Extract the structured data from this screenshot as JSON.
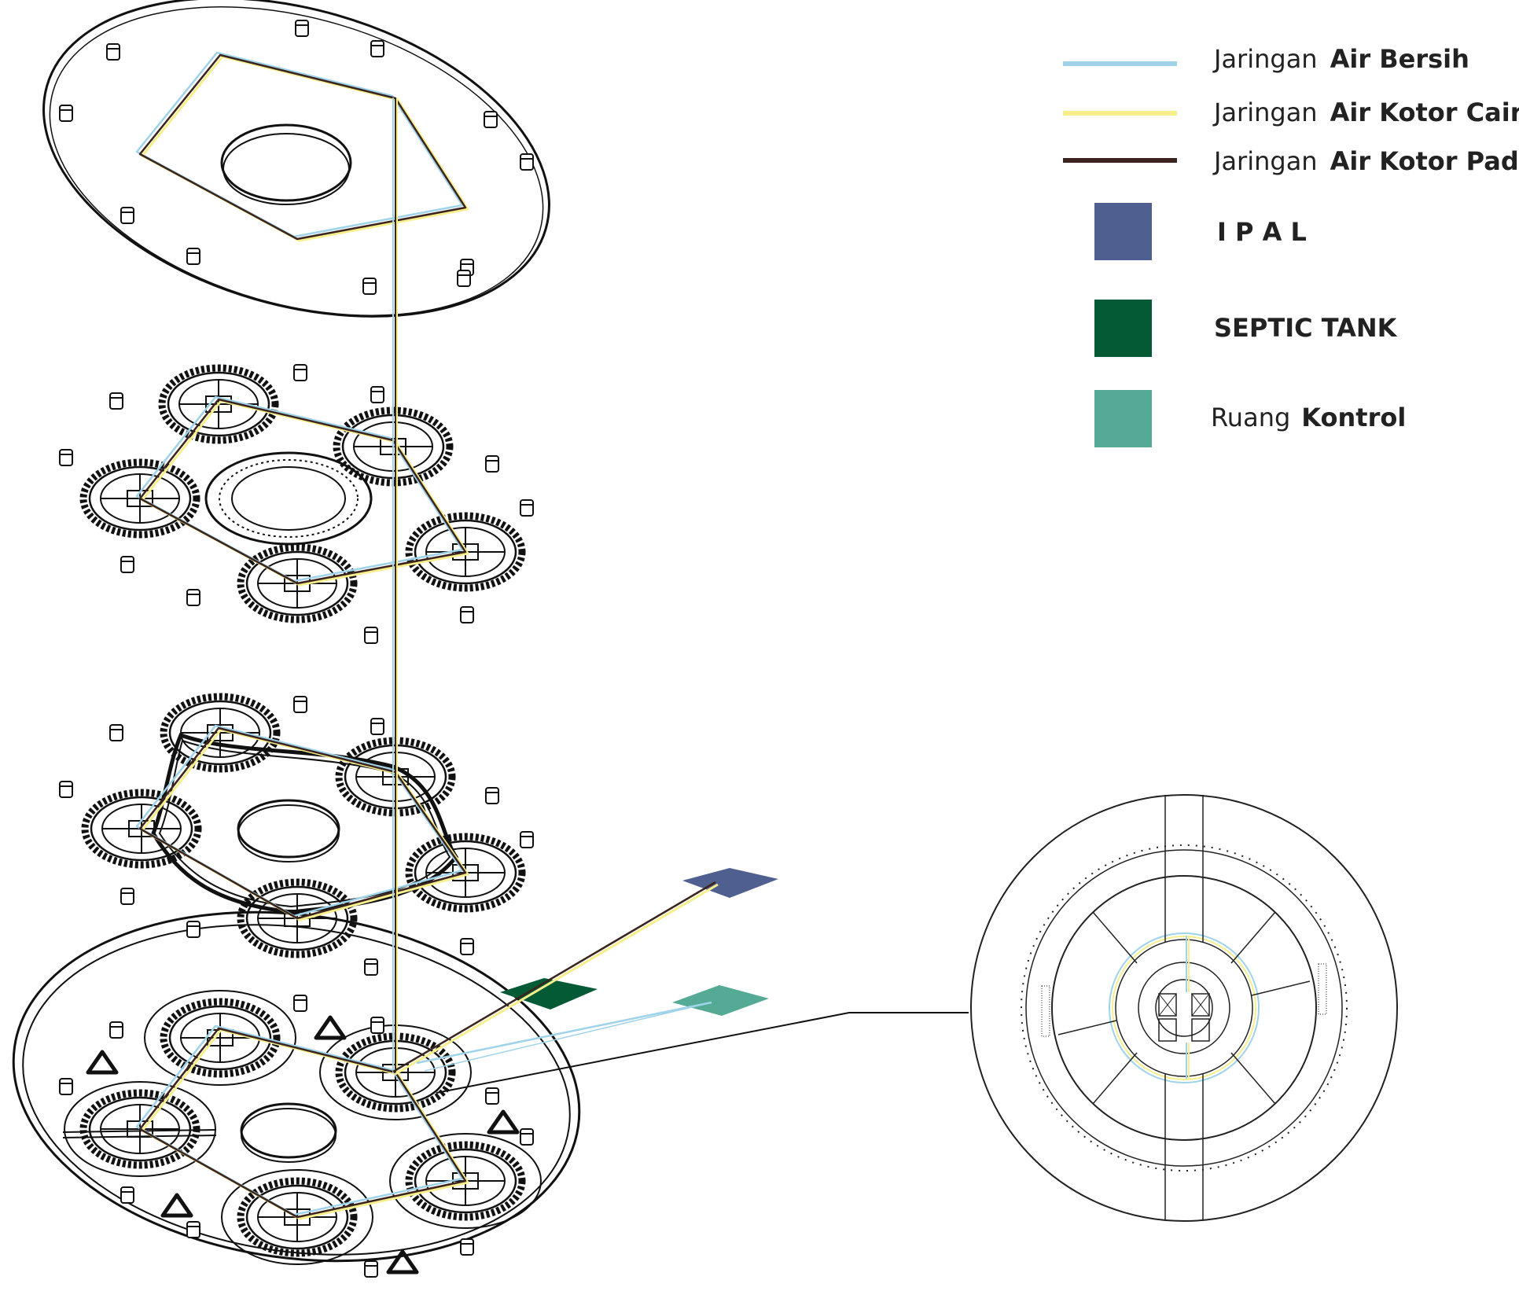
{
  "legend": {
    "lines": [
      {
        "prefix": "Jaringan",
        "name": "Air Bersih",
        "color": "#9fd3ea"
      },
      {
        "prefix": "Jaringan",
        "name": "Air Kotor Cair",
        "color": "#f7ef8c"
      },
      {
        "prefix": "Jaringan",
        "name": "Air Kotor Padat",
        "color": "#3b2420"
      }
    ],
    "areas": [
      {
        "label": "I P A L",
        "bold": true,
        "color": "#4f6090"
      },
      {
        "label": "SEPTIC TANK",
        "bold": true,
        "color": "#035a34"
      },
      {
        "prefix": "Ruang",
        "name": "Kontrol",
        "color": "#55aa96"
      }
    ]
  }
}
